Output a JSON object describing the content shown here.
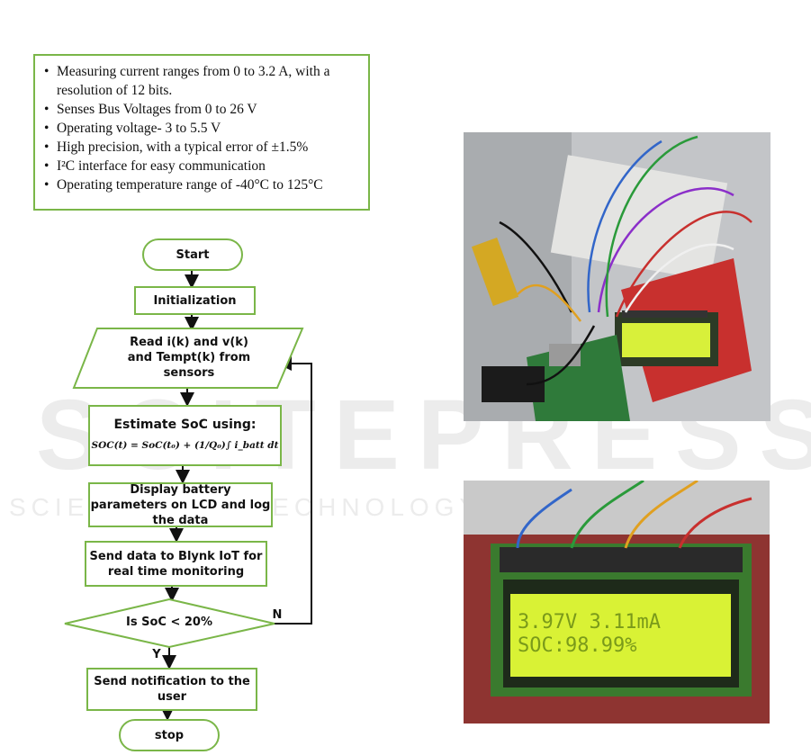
{
  "watermark": {
    "big": "SCITEPRESS",
    "small": "SCIENCE AND TECHNOLOGY PUBLICATIONS"
  },
  "specs": [
    "Measuring current ranges from 0 to 3.2 A, with a resolution of 12 bits.",
    "Senses Bus Voltages from 0 to 26 V",
    "Operating voltage- 3 to 5.5 V",
    "High precision, with a typical error of ±1.5%",
    "I²C interface for easy communication",
    "Operating temperature range of -40°C to 125°C"
  ],
  "flowchart": {
    "start": "Start",
    "init": "Initialization",
    "read": "Read i(k) and v(k) and Tempt(k) from sensors",
    "estimate": "Estimate SoC using:",
    "formula": "SOC(t) = SoC(t₀) + (1/Q₀)∫ i_batt dt",
    "display": "Display battery parameters on LCD and log the data",
    "send": "Send data to Blynk IoT for real time monitoring",
    "decision": "Is SoC < 20%",
    "yes": "Y",
    "no": "N",
    "notify": "Send notification to the user",
    "stop": "stop"
  },
  "lcd": {
    "line1": "3.97V 3.11mA",
    "line2": "SOC:98.99%"
  }
}
